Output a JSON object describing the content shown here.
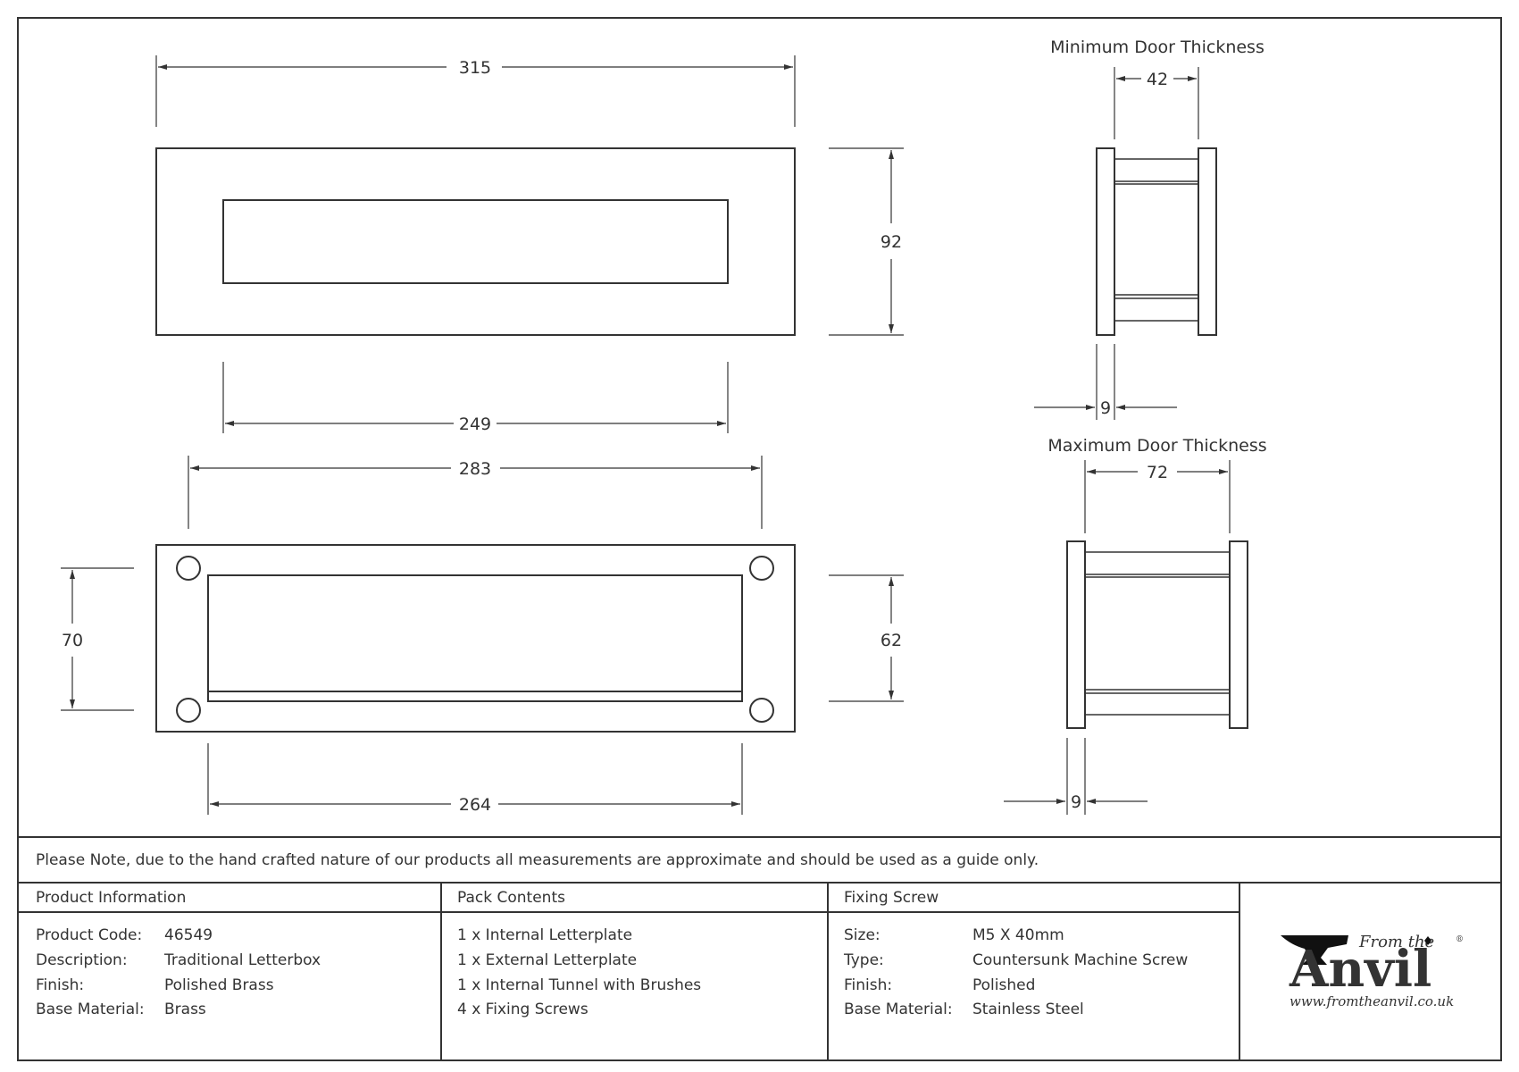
{
  "drawing": {
    "top_view": {
      "overall_width": "315",
      "slot_width": "249",
      "height": "92"
    },
    "bottom_view": {
      "hole_spacing": "283",
      "opening_width": "264",
      "hole_vertical_spacing": "70",
      "opening_height": "62"
    },
    "min_door": {
      "title": "Minimum Door Thickness",
      "thickness": "42",
      "plate": "9"
    },
    "max_door": {
      "title": "Maximum Door Thickness",
      "thickness": "72",
      "plate": "9"
    }
  },
  "note": "Please Note, due to the hand crafted nature of our products all measurements are approximate and should be used as a guide only.",
  "product_info": {
    "header": "Product Information",
    "rows": [
      {
        "label": "Product Code:",
        "value": "46549"
      },
      {
        "label": "Description:",
        "value": "Traditional Letterbox"
      },
      {
        "label": "Finish:",
        "value": "Polished Brass"
      },
      {
        "label": "Base Material:",
        "value": "Brass"
      }
    ]
  },
  "pack_contents": {
    "header": "Pack Contents",
    "items": [
      "1 x Internal Letterplate",
      "1 x External Letterplate",
      "1 x Internal Tunnel with Brushes",
      "4 x Fixing Screws"
    ]
  },
  "fixing_screw": {
    "header": "Fixing Screw",
    "rows": [
      {
        "label": "Size:",
        "value": "M5 X 40mm"
      },
      {
        "label": "Type:",
        "value": "Countersunk Machine Screw"
      },
      {
        "label": "Finish:",
        "value": "Polished"
      },
      {
        "label": "Base Material:",
        "value": "Stainless Steel"
      }
    ]
  },
  "logo": {
    "from_the": "From the",
    "brand": "Anvil",
    "registered": "®",
    "website": "www.fromtheanvil.co.uk"
  }
}
